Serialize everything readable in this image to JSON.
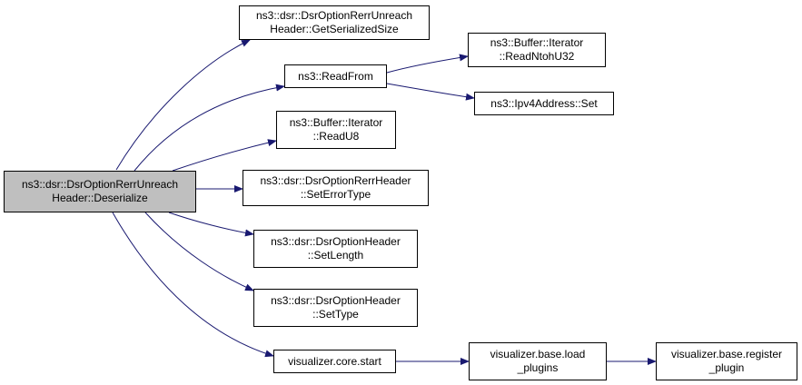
{
  "graph": {
    "root": {
      "id": "root",
      "lines": [
        "ns3::dsr::DsrOptionRerrUnreach",
        "Header::Deserialize"
      ]
    },
    "nodes": [
      {
        "id": "getserialized",
        "lines": [
          "ns3::dsr::DsrOptionRerrUnreach",
          "Header::GetSerializedSize"
        ]
      },
      {
        "id": "readfrom",
        "lines": [
          "ns3::ReadFrom"
        ]
      },
      {
        "id": "readntoh",
        "lines": [
          "ns3::Buffer::Iterator",
          "::ReadNtohU32"
        ]
      },
      {
        "id": "ipv4set",
        "lines": [
          "ns3::Ipv4Address::Set"
        ]
      },
      {
        "id": "readu8",
        "lines": [
          "ns3::Buffer::Iterator",
          "::ReadU8"
        ]
      },
      {
        "id": "seterrortype",
        "lines": [
          "ns3::dsr::DsrOptionRerrHeader",
          "::SetErrorType"
        ]
      },
      {
        "id": "setlength",
        "lines": [
          "ns3::dsr::DsrOptionHeader",
          "::SetLength"
        ]
      },
      {
        "id": "settype",
        "lines": [
          "ns3::dsr::DsrOptionHeader",
          "::SetType"
        ]
      },
      {
        "id": "vizstart",
        "lines": [
          "visualizer.core.start"
        ]
      },
      {
        "id": "vizload",
        "lines": [
          "visualizer.base.load",
          "_plugins"
        ]
      },
      {
        "id": "vizregister",
        "lines": [
          "visualizer.base.register",
          "_plugin"
        ]
      }
    ],
    "edges": [
      {
        "from": "root",
        "to": "getserialized"
      },
      {
        "from": "root",
        "to": "readfrom"
      },
      {
        "from": "root",
        "to": "readu8"
      },
      {
        "from": "root",
        "to": "seterrortype"
      },
      {
        "from": "root",
        "to": "setlength"
      },
      {
        "from": "root",
        "to": "settype"
      },
      {
        "from": "root",
        "to": "vizstart"
      },
      {
        "from": "readfrom",
        "to": "readntoh"
      },
      {
        "from": "readfrom",
        "to": "ipv4set"
      },
      {
        "from": "vizstart",
        "to": "vizload"
      },
      {
        "from": "vizload",
        "to": "vizregister"
      }
    ],
    "colors": {
      "edge": "#191970",
      "root_fill": "#bfbfbf",
      "node_fill": "#ffffff",
      "border": "#000000"
    }
  }
}
